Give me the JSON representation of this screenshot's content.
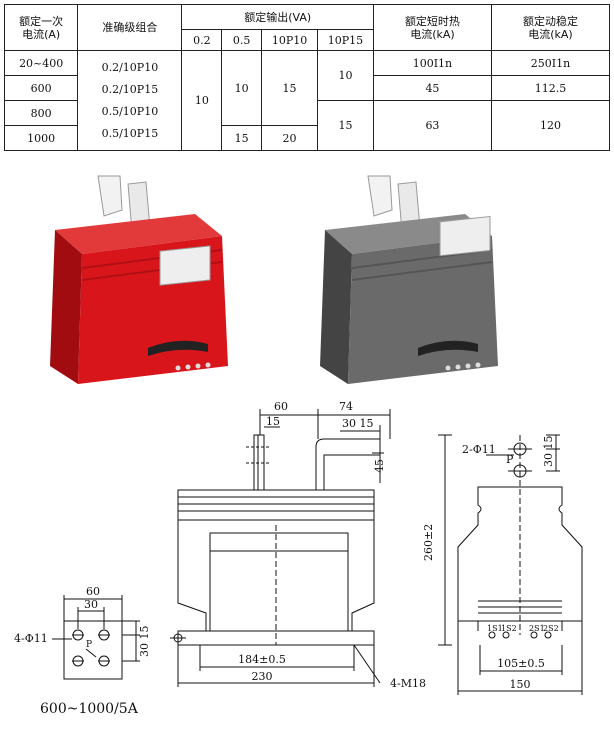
{
  "table": {
    "headers": {
      "rated_primary_current": [
        "额定一次",
        "电流(A)"
      ],
      "accuracy_combo": "准确级组合",
      "rated_output": "额定输出(VA)",
      "output_cols": [
        "0.2",
        "0.5",
        "10P10",
        "10P15"
      ],
      "short_time_thermal": [
        "额定短时热",
        "电流(kA)"
      ],
      "dynamic_stable": [
        "额定动稳定",
        "电流(kA)"
      ]
    },
    "currents": [
      "20~400",
      "600",
      "800",
      "1000"
    ],
    "accuracy_combos": [
      "0.2/10P10",
      "0.2/10P15",
      "0.5/10P10",
      "0.5/10P15"
    ],
    "out_02": "10",
    "out_05_top": "10",
    "out_05_bottom": "15",
    "out_10p10_top": "15",
    "out_10p10_bottom": "20",
    "out_10p15_top": "10",
    "out_10p15_bottom": "15",
    "thermal": [
      "100I1n",
      "45",
      "63"
    ],
    "dynamic": [
      "250I1n",
      "112.5",
      "120"
    ]
  },
  "drawing": {
    "top_width": "60",
    "top_offset": "74",
    "dim_15_a": "15",
    "dim_30_15": "30 15",
    "dim_45": "45",
    "bottom_inner": "184±0.5",
    "bottom_outer": "230",
    "mount_holes": "4-M18",
    "side_holes": "2-Φ11",
    "side_p": "P",
    "side_dim_30_15": "30 15",
    "side_height": "260±2",
    "side_inner": "105±0.5",
    "side_outer": "150",
    "terminal_labels": [
      "1S1",
      "1S2",
      "2S1",
      "2S2"
    ],
    "detail_60": "60",
    "detail_30": "30",
    "detail_holes": "4-Φ11",
    "detail_30_15": "30 15",
    "detail_p": "P",
    "caption": "600~1000/5A"
  },
  "colors": {
    "red_body": "#d8151b",
    "red_dark": "#a10c10",
    "gray_body": "#6a6a6a",
    "gray_dark": "#444444"
  }
}
